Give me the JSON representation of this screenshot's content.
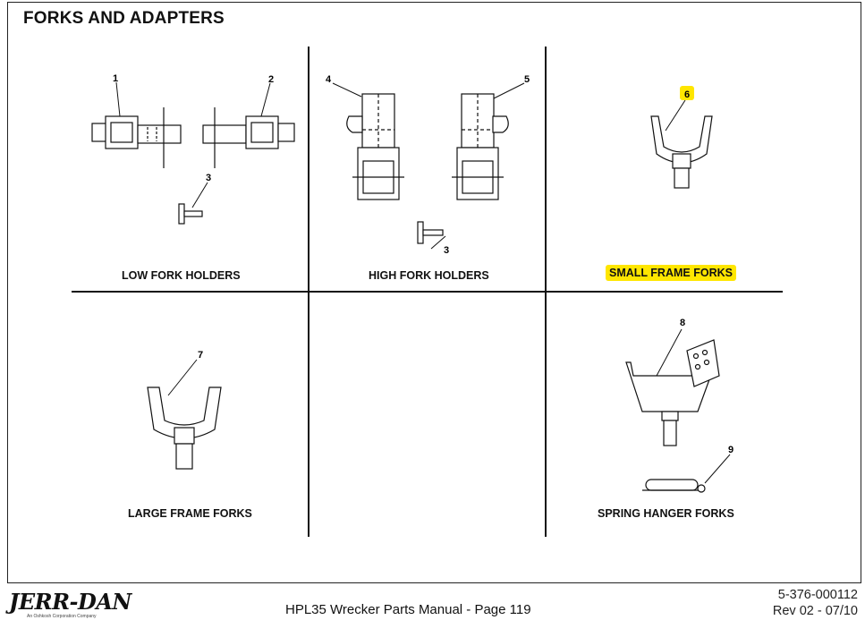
{
  "page": {
    "title": "FORKS AND ADAPTERS",
    "captions": {
      "low": "LOW FORK HOLDERS",
      "high": "HIGH FORK HOLDERS",
      "small": "SMALL FRAME FORKS",
      "large": "LARGE FRAME FORKS",
      "spring": "SPRING HANGER  FORKS"
    },
    "callouts": [
      "1",
      "2",
      "3",
      "4",
      "5",
      "3",
      "6",
      "7",
      "8",
      "9"
    ],
    "highlight_color": "#FFE600"
  },
  "footer": {
    "logo": "JERR-DAN",
    "logo_sub": "An Oshkosh Corporation Company",
    "center": "HPL35 Wrecker Parts Manual  -  Page 119",
    "doc_number": "5-376-000112",
    "revision": "Rev 02 - 07/10"
  }
}
